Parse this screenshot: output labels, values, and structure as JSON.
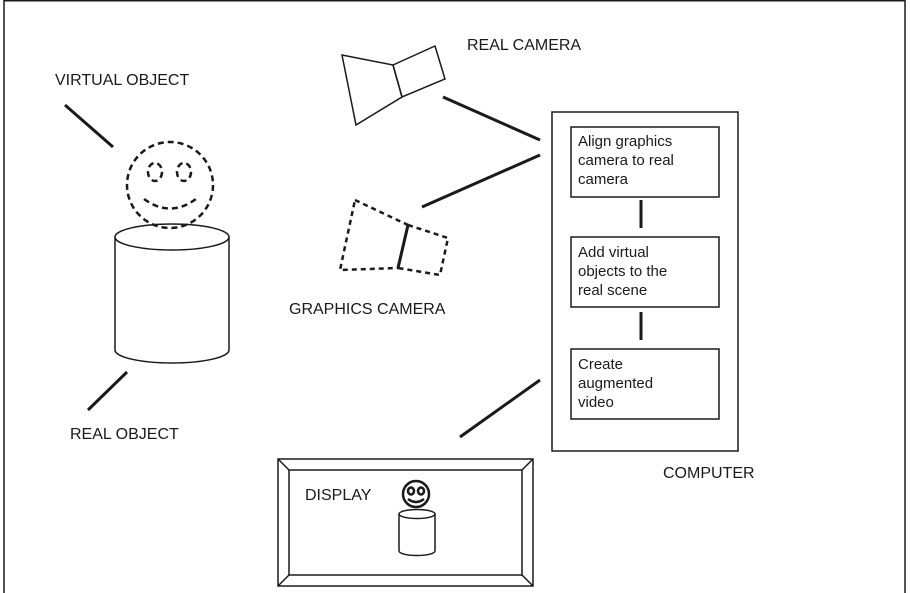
{
  "labels": {
    "virtual_object": "VIRTUAL OBJECT",
    "real_camera": "REAL CAMERA",
    "graphics_camera": "GRAPHICS CAMERA",
    "real_object": "REAL OBJECT",
    "computer": "COMPUTER",
    "display": "DISPLAY"
  },
  "computer_steps": [
    "Align graphics\ncamera to real\ncamera",
    "Add virtual\nobjects to the\nreal scene",
    "Create\naugmented\nvideo"
  ],
  "colors": {
    "stroke": "#1a1a1a",
    "background": "#ffffff"
  }
}
